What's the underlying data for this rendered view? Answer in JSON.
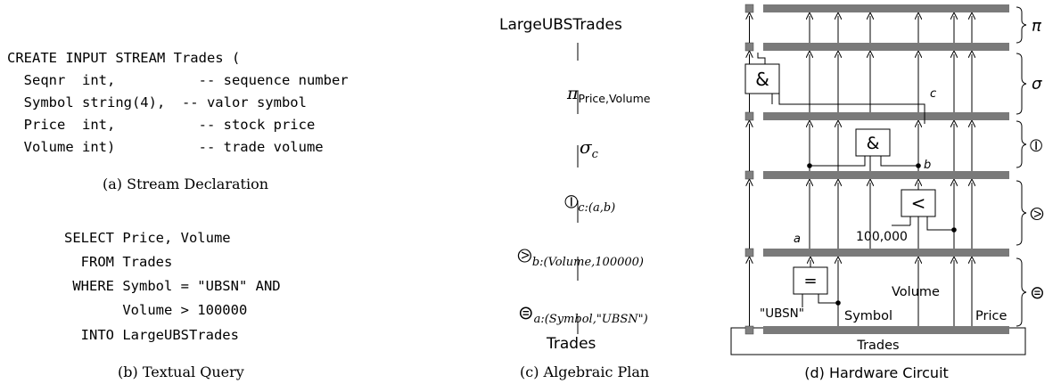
{
  "panel_a": {
    "lines": [
      "CREATE INPUT STREAM Trades (",
      "  Seqnr  int,          -- sequence number",
      "  Symbol string(4),  -- valor symbol",
      "  Price  int,          -- stock price",
      "  Volume int)          -- trade volume"
    ],
    "caption": "(a) Stream Declaration"
  },
  "panel_b": {
    "lines": [
      "SELECT Price, Volume",
      "  FROM Trades",
      " WHERE Symbol = \"UBSN\" AND",
      "       Volume > 100000",
      "  INTO LargeUBSTrades"
    ],
    "caption": "(b) Textual Query"
  },
  "panel_c": {
    "top": "LargeUBSTrades",
    "pi_symbol": "π",
    "pi_sub": "Price,Volume",
    "sigma_symbol": "σ",
    "sigma_sub": "c",
    "and_symbol": "⦶",
    "and_sub": "c:(a,b)",
    "gt_symbol": "⧁",
    "gt_sub": "b:(Volume,100000)",
    "eq_symbol": "⊜",
    "eq_sub": "a:(Symbol,\"UBSN\")",
    "bottom": "Trades",
    "caption": "(c) Algebraic Plan"
  },
  "panel_d": {
    "and_gate_1": "&",
    "and_gate_2": "&",
    "lt_gate": "<",
    "eq_gate": "=",
    "label_c": "c",
    "label_b": "b",
    "label_a": "a",
    "const_value": "100,000",
    "volume_label": "Volume",
    "ubsn_label": "\"UBSN\"",
    "symbol_label": "Symbol",
    "price_label": "Price",
    "trades_label": "Trades",
    "brace_pi": "π",
    "brace_sigma": "σ",
    "brace_and": "⦶",
    "brace_gt": "⧁",
    "brace_eq": "⊜",
    "caption": "(d) Hardware Circuit"
  }
}
